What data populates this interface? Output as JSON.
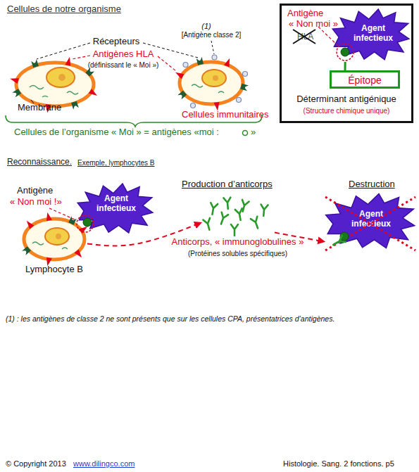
{
  "diagram": {
    "nodes": [
      {
        "text": [
          "Antigène",
          "« Non moi »",
          "HLA",
          "Déterminant antigénique",
          "(Structure chimique unique)"
        ]
      },
      {
        "text": [
          "Agent infectieux"
        ],
        "in": 0
      },
      {
        "text": [
          "Épitope"
        ],
        "in": 0
      },
      {
        "text": [
          "Lymphocyte B"
        ]
      },
      {
        "text": [
          "Agent infectieux"
        ]
      },
      {
        "text": [
          "Anticorps, « immunoglobulines »",
          "(Protéines solubles spécifiques)"
        ]
      },
      {
        "text": [
          "Agent infectieux"
        ]
      }
    ],
    "edges": [
      {
        "from": 1,
        "to": 2,
        "arrow": "none"
      },
      {
        "from": 3,
        "to": 5,
        "arrow": "to"
      },
      {
        "from": 5,
        "to": 6,
        "arrow": "to"
      }
    ],
    "labels": [
      "Cellules de notre organisme",
      "Récepteurs",
      "Antigènes HLA",
      "(définissant le « Moi »)",
      "Membrane",
      "(1)",
      "[Antigène classe 2]",
      "Cellules immunitaires",
      "Cellules de l’organisme « Moi » = antigènes «moi :",
      "»",
      "Reconnaissance.",
      "Exemple, lymphocytes B",
      "Antigène",
      "« Non moi !»",
      "Production d’anticorps",
      "Destruction",
      "(1) : les antigènes de classe 2 ne sont présents que sur les cellules CPA, présentatrices d’antigènes.",
      "© Copyright 2013",
      "www.dilingco.com",
      "Histologie. Sang. 2 fonctions. p5"
    ]
  }
}
